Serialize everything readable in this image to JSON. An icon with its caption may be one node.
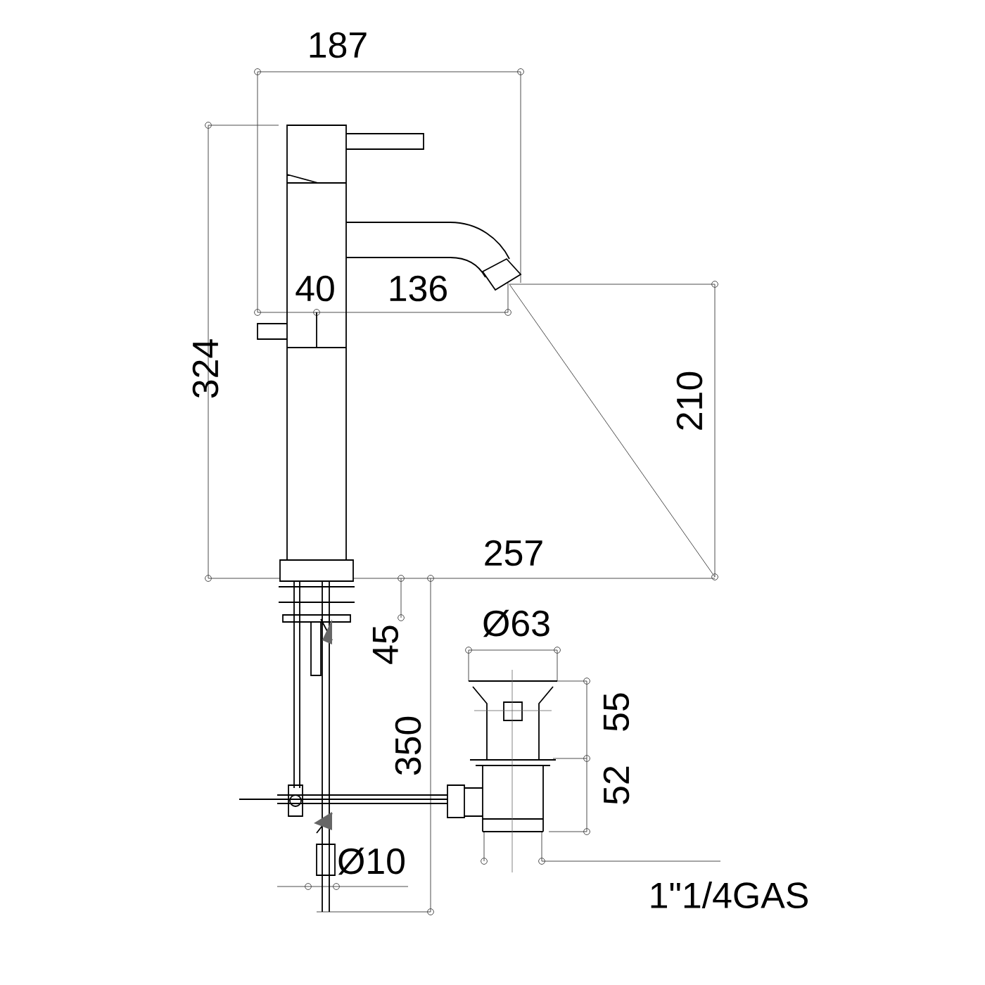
{
  "diagram": {
    "labels": [
      "187",
      "324",
      "40",
      "136",
      "210",
      "257",
      "45",
      "Ø63",
      "55",
      "350",
      "52",
      "Ø10",
      "1\"1/4GAS"
    ]
  }
}
